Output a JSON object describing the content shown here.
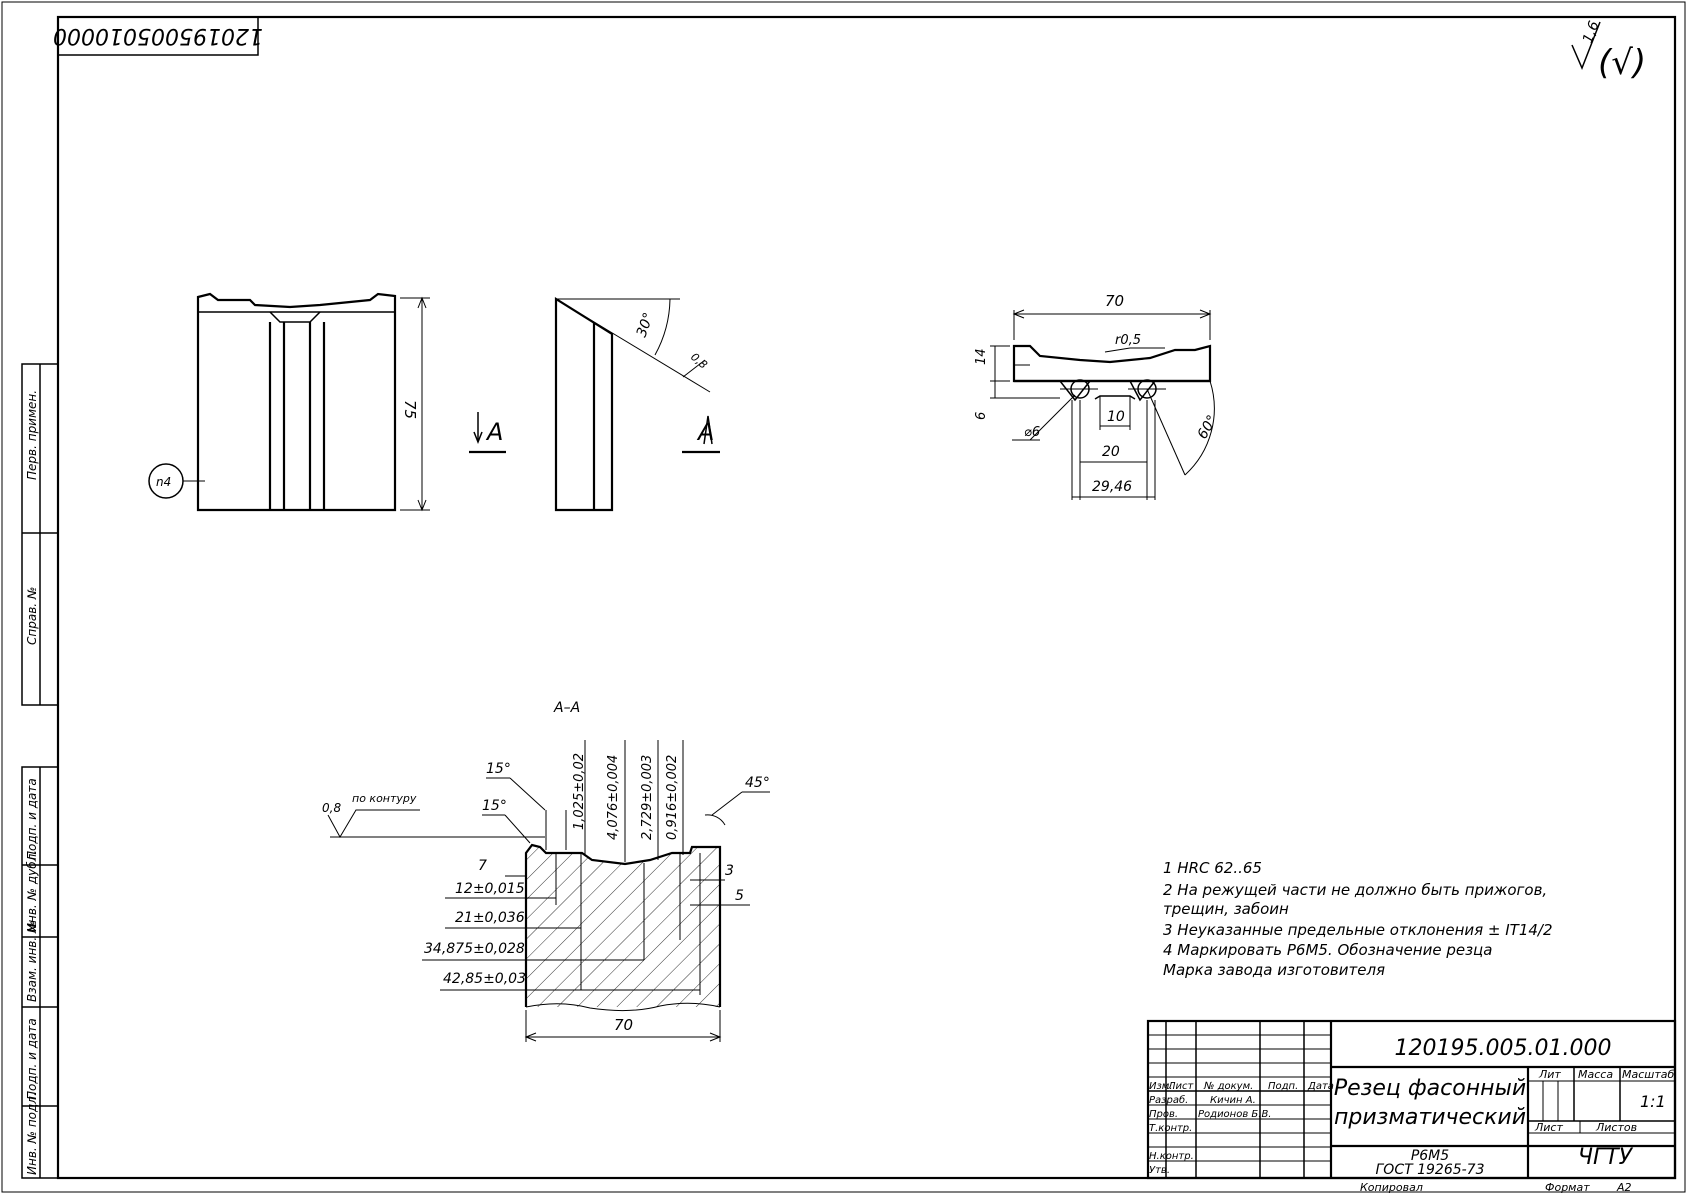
{
  "drawing_number_stamp": "120195005010000",
  "surface_finish": {
    "roughness": "1,6"
  },
  "left_strip": [
    {
      "label": "Перв. примен."
    },
    {
      "label": "Справ. №"
    },
    {
      "label": "Подп. и дата"
    },
    {
      "label": "Инв. № дубл."
    },
    {
      "label": "Взам. инв. №"
    },
    {
      "label": "Подп. и дата"
    },
    {
      "label": "Инв. № подл."
    }
  ],
  "front_view": {
    "dim_height": "75",
    "callout": "n4"
  },
  "side_view": {
    "angle": "30°",
    "roughness": "0,8"
  },
  "section_arrows": {
    "left": "A",
    "right": "A"
  },
  "holder_view": {
    "dim_width": "70",
    "dim_radius": "r0,5",
    "dim_height": "14",
    "dim_small": "6",
    "dim_dia": "⌀6",
    "dim_10": "10",
    "dim_20": "20",
    "dim_2946": "29,46",
    "dim_angle": "60°"
  },
  "section": {
    "title": "А–А",
    "roughness": "0,8",
    "roughness_note": "по контуру",
    "angle_top": "15°",
    "angle_mid": "15°",
    "angle_right": "45°",
    "vertical_dims": [
      "1,025±0,02",
      "4,076±0,004",
      "2,729±0,003",
      "0,916±0,002"
    ],
    "left_dims": [
      "7",
      "12±0,015",
      "21±0,036",
      "34,875±0,028",
      "42,85±0,03"
    ],
    "right_dims": [
      "3",
      "5"
    ],
    "bottom_dim": "70"
  },
  "notes": [
    "1 HRC 62..65",
    "2 На режущей части не должно быть прижогов,",
    "   трещин, забоин",
    "3 Неуказанные предельные отклонения ± IT14/2",
    "4 Маркировать Р6М5. Обозначение резца",
    "   Марка завода изготовителя"
  ],
  "title_block": {
    "designation": "120195.005.01.000",
    "name_line1": "Резец фасонный",
    "name_line2": "призматический",
    "material_line1": "Р6М5",
    "material_line2": "ГОСТ 19265-73",
    "col_lit": "Лит",
    "col_mass": "Масса",
    "col_scale": "Масштаб",
    "scale": "1:1",
    "sheet_label": "Лист",
    "sheets_label": "Листов",
    "organization": "ЧГТУ",
    "row_headers": [
      "Изм.",
      "Лист",
      "№ докум.",
      "Подп.",
      "Дата"
    ],
    "roles": [
      "Разраб.",
      "Пров.",
      "Т.контр.",
      "",
      "Н.контр.",
      "Утв."
    ],
    "names": [
      "Кичин А.",
      "Родионов Б.В."
    ],
    "copied": "Копировал",
    "format_label": "Формат",
    "format": "А2"
  }
}
